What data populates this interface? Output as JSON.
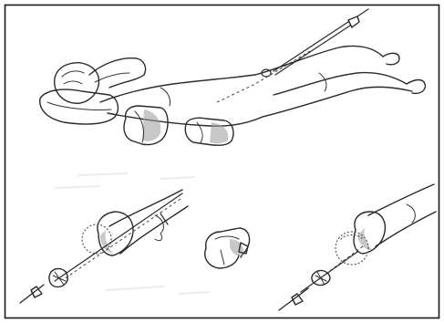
{
  "illustration": {
    "frame_color": "#1a1a1a",
    "paper_color": "#ffffff",
    "ink_color": "#2a2a2a",
    "panels": [
      {
        "icon": "supine-patient-traction-figure"
      },
      {
        "icon": "femur-guide-pin-figure"
      },
      {
        "icon": "femoral-head-figure"
      },
      {
        "icon": "femur-reduced-dotted-figure"
      }
    ]
  }
}
